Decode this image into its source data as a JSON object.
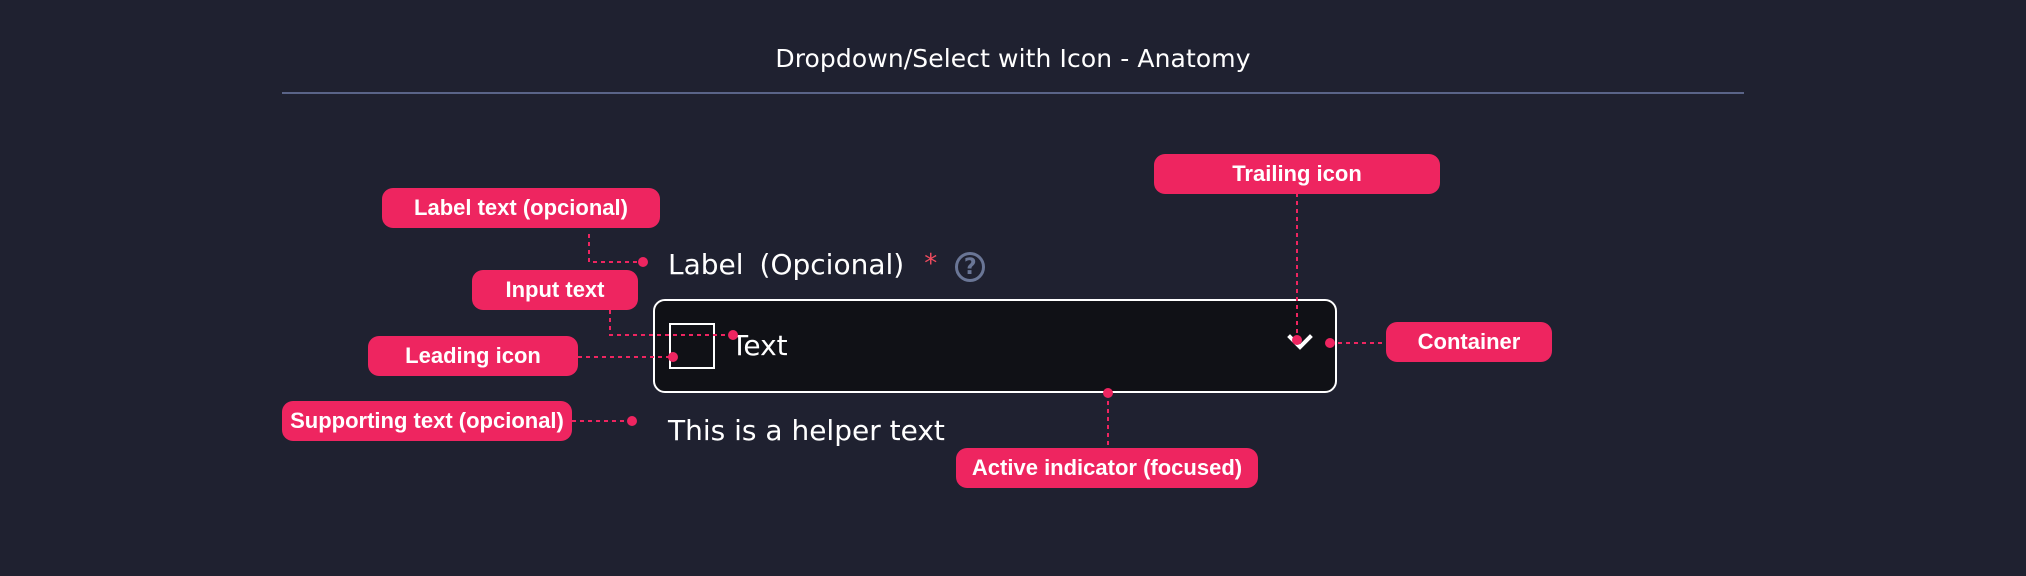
{
  "title": "Dropdown/Select with Icon - Anatomy",
  "field": {
    "label": "Label",
    "label_optional": "(Opcional)",
    "required_mark": "*",
    "help_icon": "?",
    "input_text": "Text",
    "helper_text": "This is a helper text"
  },
  "callouts": {
    "label_text": "Label text (opcional)",
    "input_text": "Input text",
    "leading_icon": "Leading icon",
    "supporting_text": "Supporting text (opcional)",
    "trailing_icon": "Trailing icon",
    "container": "Container",
    "active_indicator": "Active indicator (focused)"
  },
  "colors": {
    "background": "#1f2130",
    "callout": "#ee2560",
    "required": "#ef4b5e",
    "help_icon": "#6a7696",
    "container_fill": "#101116"
  },
  "icons": {
    "leading": "square-placeholder-icon",
    "trailing": "chevron-down-icon",
    "help": "question-circle-icon"
  }
}
